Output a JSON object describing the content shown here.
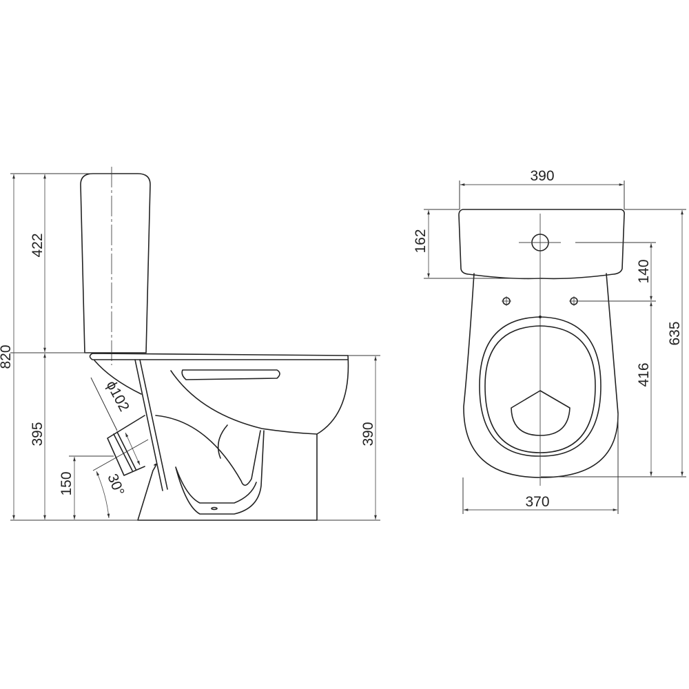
{
  "drawing": {
    "title": "Close-coupled toilet technical drawing",
    "colors": {
      "line": "#222222",
      "background": "#ffffff"
    },
    "side_view": {
      "total_height": "820",
      "tank_height": "422",
      "bowl_height_outlet_side": "395",
      "outlet_height": "150",
      "outlet_angle": "30°",
      "outlet_diameter": "ϕ102",
      "rim_height": "390"
    },
    "front_view": {
      "tank_width": "390",
      "tank_height": "162",
      "button_to_holes": "140",
      "holes_to_front": "416",
      "total_depth": "635",
      "bowl_width": "370"
    }
  }
}
